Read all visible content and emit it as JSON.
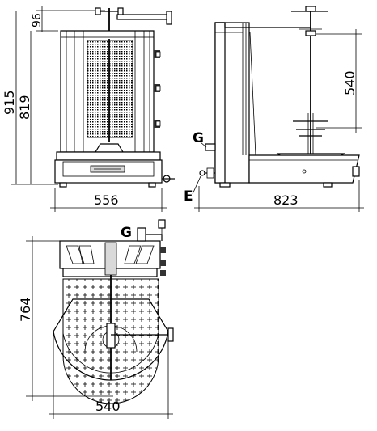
{
  "dimensions": {
    "front_small_top": "96",
    "front_height_total": "915",
    "front_height_body": "819",
    "front_width": "556",
    "side_skewer": "540",
    "side_depth": "823",
    "top_depth": "764",
    "top_width": "540"
  },
  "callouts": {
    "gas_side": "G",
    "electric_side": "E",
    "gas_top": "G"
  },
  "colors": {
    "line": "#000000",
    "background": "#ffffff",
    "shade": "#d9d9d9"
  }
}
